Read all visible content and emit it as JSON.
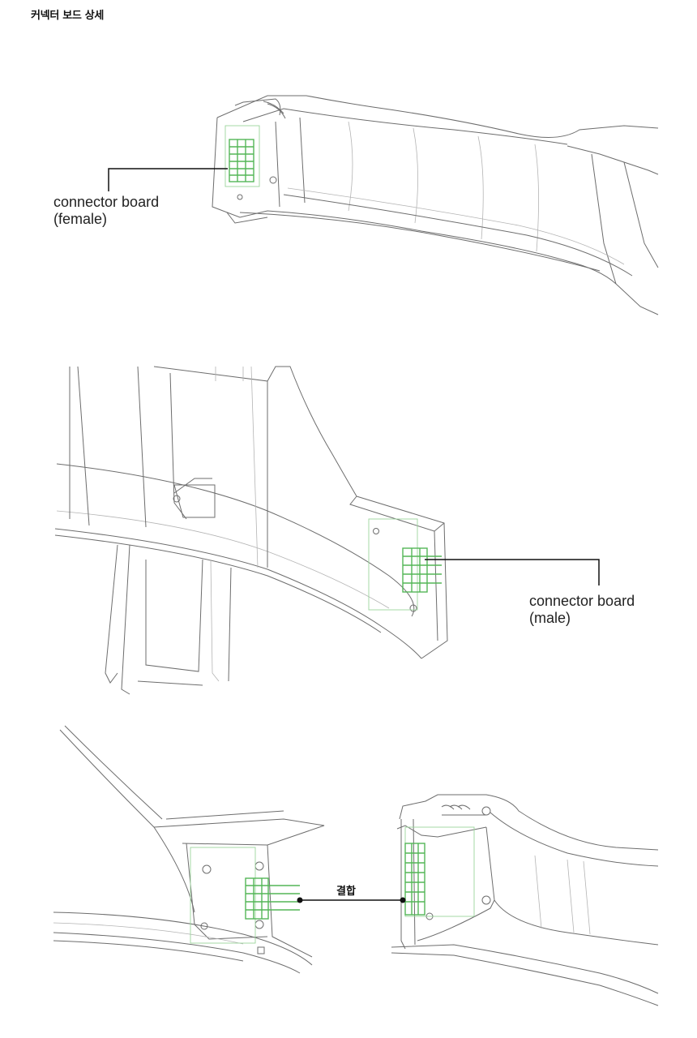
{
  "header": {
    "title": "커넥터 보드 상세"
  },
  "views": [
    {
      "label_line1": "connector board",
      "label_line2": "(female)"
    },
    {
      "label_line1": "connector board",
      "label_line2": "(male)"
    },
    {
      "join_label": "결합"
    }
  ],
  "colors": {
    "line": "#6d6d6d",
    "connector": "#54b657",
    "callout": "#111111"
  }
}
